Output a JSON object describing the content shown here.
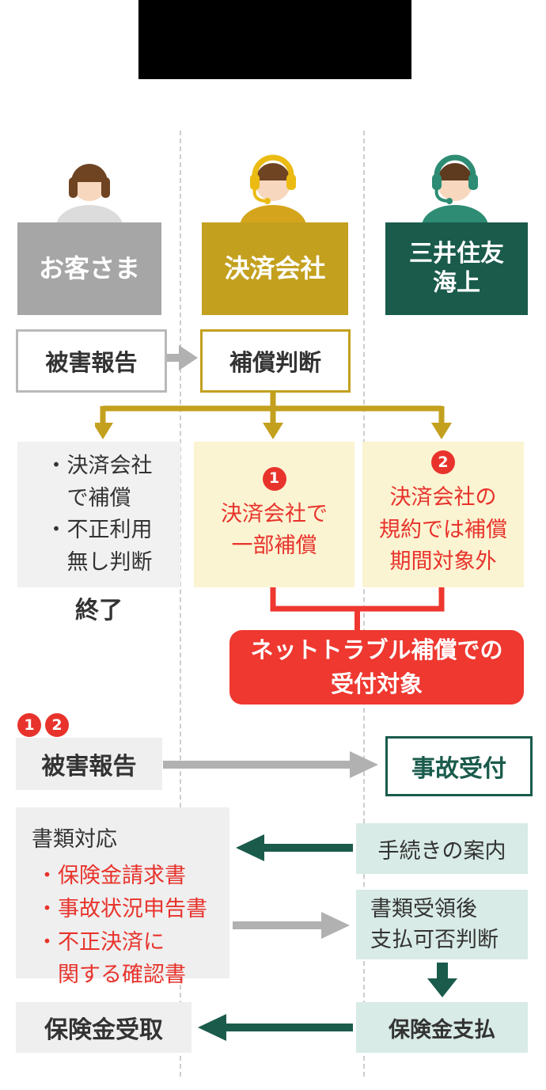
{
  "colors": {
    "gold": "#C3A01E",
    "teal_dark": "#1A5B4C",
    "teal_light": "#D8EBE6",
    "red": "#EE3830",
    "red_text": "#E8332C",
    "yellow_light": "#FBF4D2",
    "gray_header": "#A6A6A6",
    "gray_light": "#EFEFEF",
    "arrow_gray": "#B1B1B1"
  },
  "columns": {
    "customer": {
      "label": "お客さま"
    },
    "payment": {
      "label": "決済会社"
    },
    "insurer": {
      "label": "三井住友\n海上"
    }
  },
  "step1": {
    "report": "被害報告",
    "judgment": "補償判断"
  },
  "branches": {
    "left": {
      "text": "・決済会社\n　で補償\n・不正利用\n　無し判断",
      "end_label": "終了"
    },
    "middle": {
      "badge": "1",
      "text": "決済会社で\n一部補償"
    },
    "right": {
      "badge": "2",
      "text": "決済会社の\n規約では補償\n期間対象外"
    }
  },
  "accept_box": {
    "text": "ネットトラブル補償での\n受付対象"
  },
  "step2": {
    "badge1": "1",
    "badge2": "2",
    "report": "被害報告",
    "reception": "事故受付"
  },
  "documents": {
    "title": "書類対応",
    "items_text": "・保険金請求書\n・事故状況申告書\n・不正決済に\n　関する確認書"
  },
  "insurer_steps": {
    "guidance": "手続きの案内",
    "decision": "書類受領後\n支払可否判断",
    "payment": "保険金支払"
  },
  "final": {
    "receipt": "保険金受取"
  }
}
